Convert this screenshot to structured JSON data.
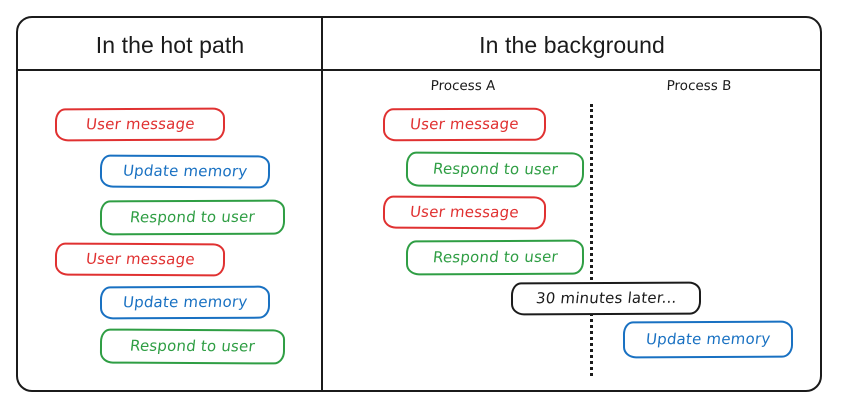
{
  "diagram": {
    "columns": [
      {
        "id": "hot-path",
        "title": "In the hot path"
      },
      {
        "id": "background",
        "title": "In the background"
      }
    ],
    "process_labels": {
      "a": "Process A",
      "b": "Process B"
    },
    "hot_path_steps": [
      {
        "label": "User message",
        "kind": "user-message",
        "color": "#e03131"
      },
      {
        "label": "Update memory",
        "kind": "update-memory",
        "color": "#1971c2"
      },
      {
        "label": "Respond to user",
        "kind": "respond-to-user",
        "color": "#2f9e44"
      },
      {
        "label": "User message",
        "kind": "user-message",
        "color": "#e03131"
      },
      {
        "label": "Update memory",
        "kind": "update-memory",
        "color": "#1971c2"
      },
      {
        "label": "Respond to user",
        "kind": "respond-to-user",
        "color": "#2f9e44"
      }
    ],
    "background_process_a_steps": [
      {
        "label": "User message",
        "kind": "user-message",
        "color": "#e03131"
      },
      {
        "label": "Respond to user",
        "kind": "respond-to-user",
        "color": "#2f9e44"
      },
      {
        "label": "User message",
        "kind": "user-message",
        "color": "#e03131"
      },
      {
        "label": "Respond to user",
        "kind": "respond-to-user",
        "color": "#2f9e44"
      }
    ],
    "background_process_b_steps": [
      {
        "label": "Update memory",
        "kind": "update-memory",
        "color": "#1971c2"
      }
    ],
    "time_marker": {
      "label": "30 minutes later...",
      "color": "#1b1b1b"
    },
    "colors": {
      "user_message": "#e03131",
      "update_memory": "#1971c2",
      "respond_to_user": "#2f9e44",
      "frame": "#1b1b1b",
      "background": "#ffffff"
    }
  }
}
